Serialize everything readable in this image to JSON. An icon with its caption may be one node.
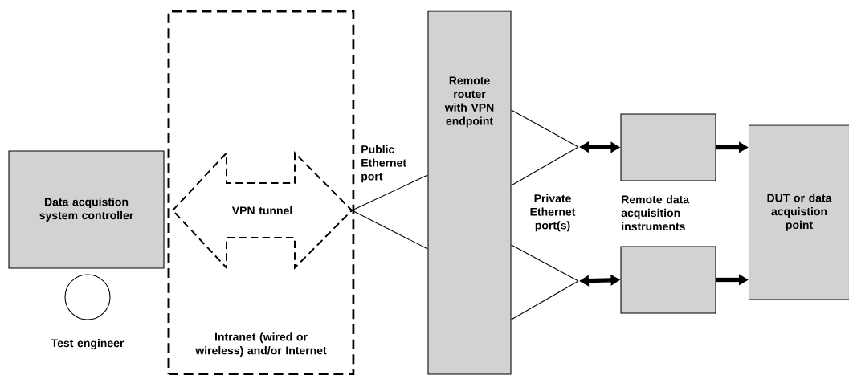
{
  "diagram": {
    "nodes": [
      {
        "text": [
          "Data acquistion system controller"
        ]
      },
      {
        "text": [
          "Test engineer"
        ]
      },
      {
        "text": [
          "Intranet (wired or wireless) and/or Internet"
        ]
      },
      {
        "text": [
          "VPN tunnel"
        ],
        "in": 2
      },
      {
        "text": [
          "Remote router with VPN endpoint"
        ]
      },
      {
        "text": [],
        "shape": "box"
      },
      {
        "text": [],
        "shape": "box"
      },
      {
        "text": [
          "DUT or data acquistion point"
        ]
      }
    ],
    "edges": [
      {
        "from": 3,
        "to": 4,
        "arrow": "none"
      },
      {
        "from": 4,
        "to": null,
        "arrow": "none"
      },
      {
        "from": 4,
        "to": null,
        "arrow": "none"
      },
      {
        "from": null,
        "to": 5,
        "arrow": "both",
        "style": "thick"
      },
      {
        "from": 4,
        "to": null,
        "arrow": "none"
      },
      {
        "from": 4,
        "to": null,
        "arrow": "none"
      },
      {
        "from": null,
        "to": 6,
        "arrow": "both",
        "style": "thick"
      },
      {
        "from": 5,
        "to": 7,
        "arrow": "to",
        "style": "thick"
      },
      {
        "from": 6,
        "to": 7,
        "arrow": "to",
        "style": "thick"
      }
    ],
    "labels": [
      "Public Ethernet port",
      "Private Ethernet port(s)",
      "Remote data acquisition instruments"
    ]
  }
}
